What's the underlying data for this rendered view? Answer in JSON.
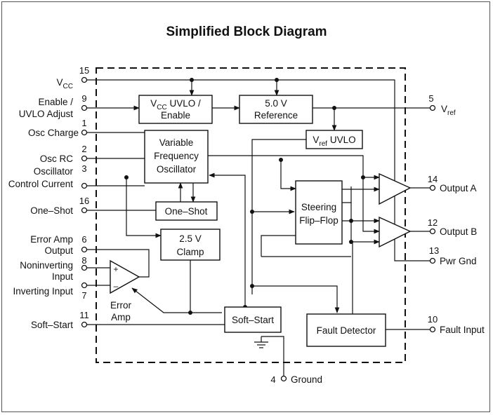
{
  "title": "Simplified Block Diagram",
  "pins": {
    "vcc": {
      "num": "15",
      "main": "V",
      "sub": "CC"
    },
    "enable": {
      "num": "9",
      "line1": "Enable /",
      "line2": "UVLO Adjust"
    },
    "osc_charge": {
      "num": "1",
      "label": "Osc Charge"
    },
    "osc_rc": {
      "num": "2",
      "label": "Osc RC"
    },
    "osc_cc": {
      "num": "3",
      "line1": "Oscillator",
      "line2": "Control Current"
    },
    "one_shot": {
      "num": "16",
      "label": "One–Shot"
    },
    "ea_out": {
      "num": "6",
      "line1": "Error Amp",
      "line2": "Output"
    },
    "noninv": {
      "num": "8",
      "line1": "Noninverting",
      "line2": "Input"
    },
    "inv": {
      "num": "7",
      "label": "Inverting Input"
    },
    "soft_start": {
      "num": "11",
      "label": "Soft–Start"
    },
    "vref": {
      "num": "5",
      "main": "V",
      "sub": "ref"
    },
    "output_a": {
      "num": "14",
      "label": "Output A"
    },
    "output_b": {
      "num": "12",
      "label": "Output B"
    },
    "pwr_gnd": {
      "num": "13",
      "label": "Pwr Gnd"
    },
    "fault_input": {
      "num": "10",
      "label": "Fault Input"
    },
    "ground": {
      "num": "4",
      "label": "Ground"
    }
  },
  "blocks": {
    "uvlo_enable": {
      "line1_main": "V",
      "line1_sub": "CC",
      "line1_rest": " UVLO /",
      "line2": "Enable"
    },
    "reference": {
      "line1": "5.0 V",
      "line2": "Reference"
    },
    "vref_uvlo": {
      "main": "V",
      "sub": "ref",
      "rest": " UVLO"
    },
    "vfo": {
      "line1": "Variable",
      "line2": "Frequency",
      "line3": "Oscillator"
    },
    "one_shot": {
      "label": "One–Shot"
    },
    "clamp": {
      "line1": "2.5 V",
      "line2": "Clamp"
    },
    "steering": {
      "line1": "Steering",
      "line2": "Flip–Flop"
    },
    "soft_start": {
      "label": "Soft–Start"
    },
    "fault_detector": {
      "label": "Fault Detector"
    },
    "error_amp": {
      "line1": "Error",
      "line2": "Amp",
      "plus": "+",
      "minus": "–"
    }
  }
}
